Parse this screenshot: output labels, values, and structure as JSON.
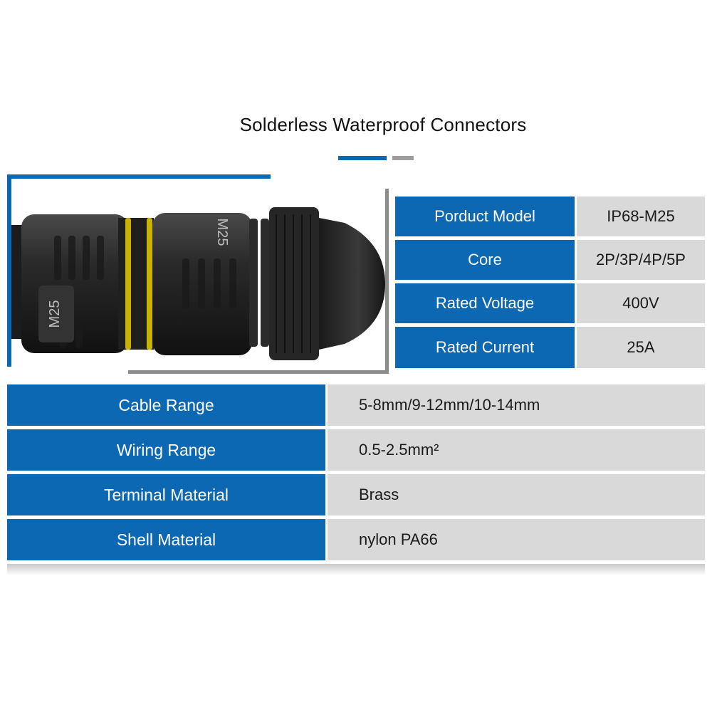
{
  "title": "Solderless Waterproof Connectors",
  "colors": {
    "accent_blue": "#0d68b4",
    "accent_gray": "#9e9e9e",
    "cell_gray": "#d9d9d9"
  },
  "product_image": {
    "marking_1": "M25",
    "marking_2": "M25"
  },
  "spec_table": [
    {
      "label": "Porduct Model",
      "value": "IP68-M25"
    },
    {
      "label": "Core",
      "value": "2P/3P/4P/5P"
    },
    {
      "label": "Rated Voltage",
      "value": "400V"
    },
    {
      "label": "Rated Current",
      "value": "25A"
    }
  ],
  "main_table": [
    {
      "label": "Cable Range",
      "value": "5-8mm/9-12mm/10-14mm"
    },
    {
      "label": "Wiring Range",
      "value": "0.5-2.5mm²"
    },
    {
      "label": "Terminal Material",
      "value": "Brass"
    },
    {
      "label": "Shell Material",
      "value": "nylon PA66"
    }
  ]
}
